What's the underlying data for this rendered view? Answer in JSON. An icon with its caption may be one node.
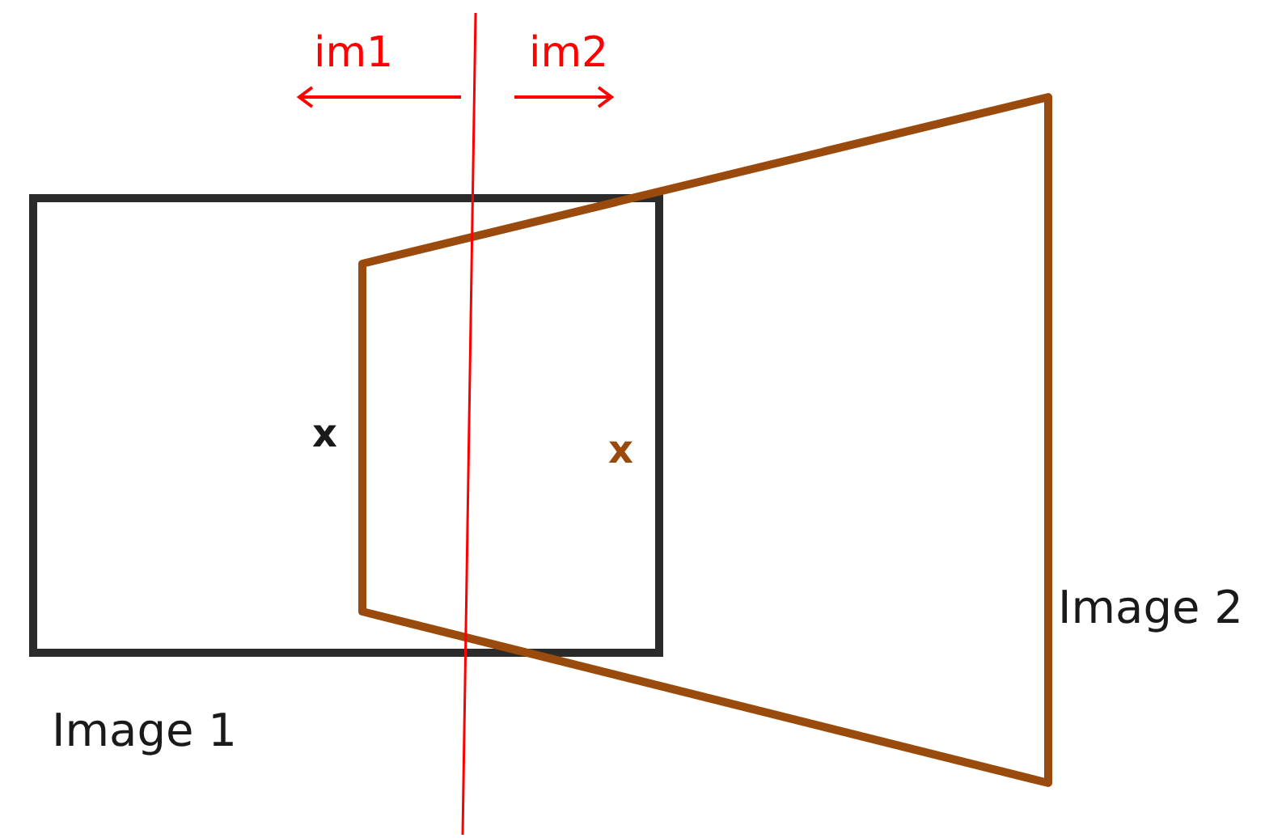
{
  "diagram": {
    "nodes": [
      {
        "text": [
          "Image 1"
        ]
      },
      {
        "text": [
          "Image 2"
        ]
      }
    ],
    "edges": [],
    "labels": [
      "im1",
      "im2",
      "x",
      "x"
    ]
  }
}
